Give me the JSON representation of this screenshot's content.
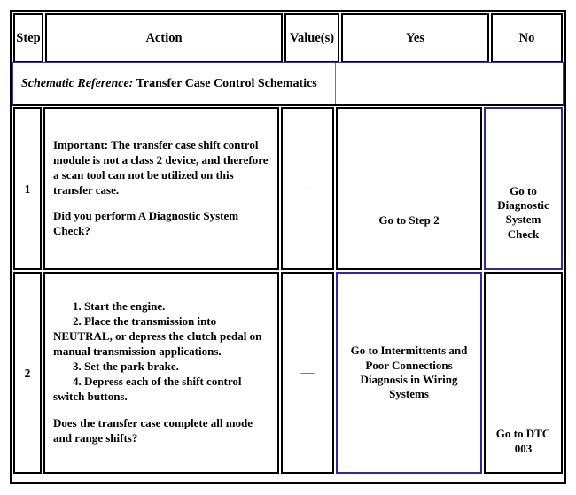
{
  "table": {
    "headers": {
      "step": "Step",
      "action": "Action",
      "values": "Value(s)",
      "yes": "Yes",
      "no": "No"
    },
    "schematic": {
      "label": "Schematic Reference:",
      "value": " Transfer Case Control Schematics"
    },
    "rows": [
      {
        "step": "1",
        "action_paragraphs": [
          "Important: The transfer case shift control module is not a class 2 device, and therefore a scan tool can not be utilized on this transfer case.",
          "Did you perform A Diagnostic System Check?"
        ],
        "value": "—",
        "yes": "Go to Step  2",
        "no": "Go to Diagnostic System Check"
      },
      {
        "step": "2",
        "action_items": [
          "1. Start the engine.",
          "2. Place the transmission into NEUTRAL, or depress the clutch pedal on manual transmission applications.",
          "3. Set the park brake.",
          "4. Depress each of the shift control switch buttons."
        ],
        "action_question": "Does the transfer case complete all mode and range shifts?",
        "value": "—",
        "yes": "Go to Intermittents and Poor Connections Diagnosis in Wiring Systems",
        "no": "Go to DTC 003"
      }
    ]
  },
  "colors": {
    "border_black": "#000000",
    "border_blue": "#2a2aa8",
    "divider_blue": "#6a6ad8",
    "dash_gray": "#7a7a7a",
    "background": "#ffffff"
  }
}
